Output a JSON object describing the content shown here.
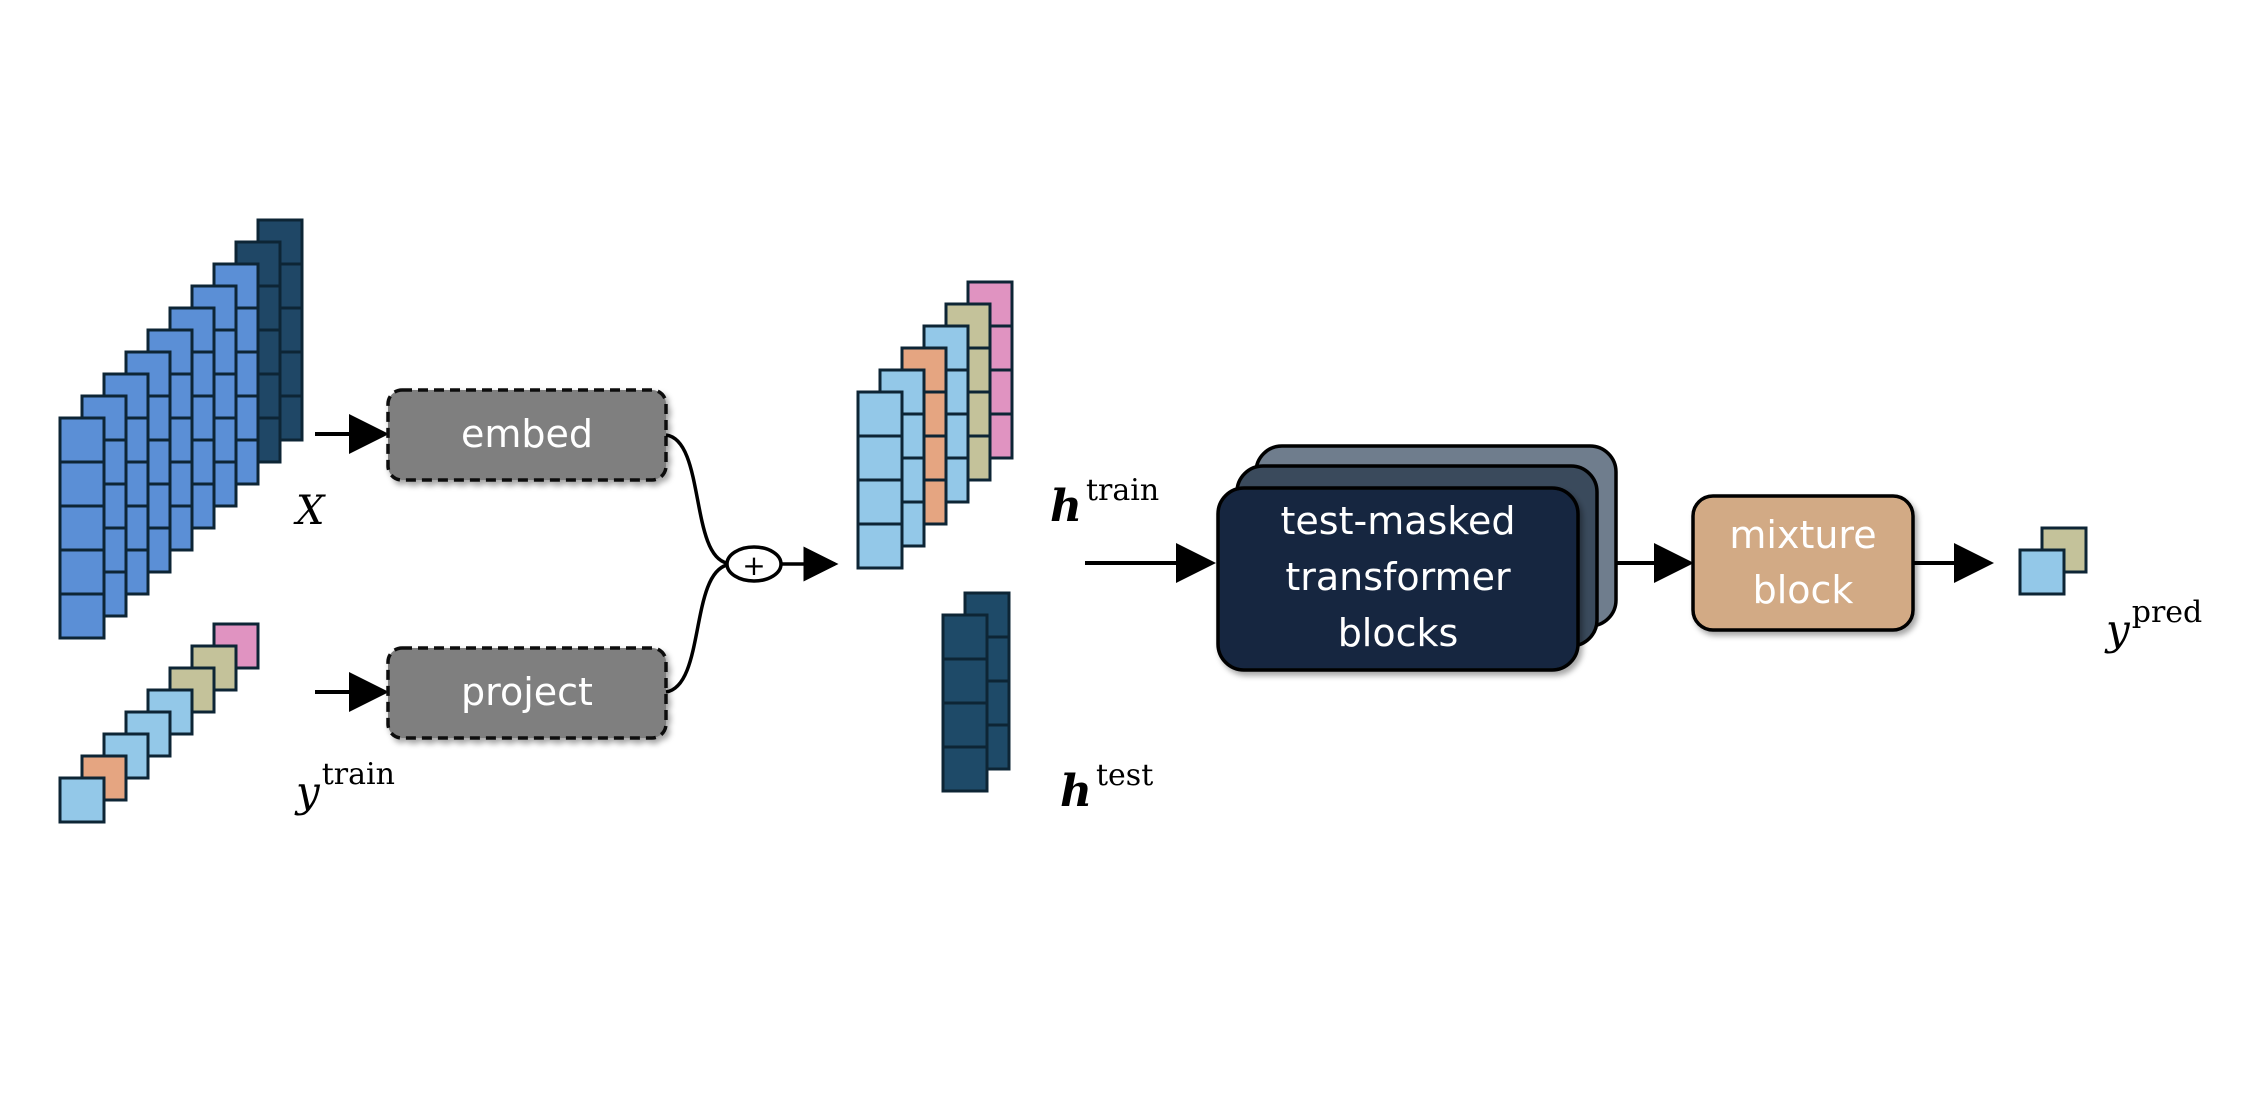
{
  "boxes": {
    "embed": "embed",
    "project": "project",
    "transformer": [
      "test-masked",
      "transformer",
      "blocks"
    ],
    "mixture": [
      "mixture",
      "block"
    ]
  },
  "operator_symbol": "+",
  "labels": {
    "x": "X",
    "y_train_base": "y",
    "y_train_sup": "train",
    "h_train_base": "h",
    "h_train_sup": "train",
    "h_test_base": "h",
    "h_test_sup": "test",
    "y_pred_base": "y",
    "y_pred_sup": "pred"
  },
  "colors": {
    "x_block": "#5b8fd6",
    "x_block_dark": "#1f4766",
    "outline": "#0d2535",
    "light_blue": "#93c8e8",
    "salmon": "#e5a581",
    "khaki": "#c4c29a",
    "pink": "#e093c1",
    "h_test": "#1e4a68",
    "embed_box": "#7f7f7f",
    "transformer_front": "#15283f",
    "transformer_mid": "#3a4a5c",
    "transformer_back": "#6f7d8d",
    "mixture_box": "#d2aa85"
  }
}
